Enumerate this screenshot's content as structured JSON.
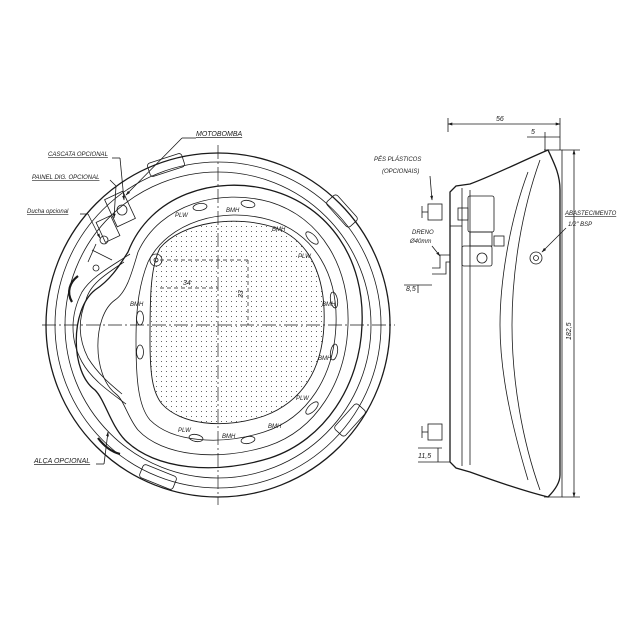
{
  "top_view": {
    "callouts": {
      "motobomba": "MOTOBOMBA",
      "cascata": "CASCATA OPCIONAL",
      "painel": "PAINEL DIG. OPCIONAL",
      "ducha": "Ducha opcional",
      "alca": "ALÇA OPCIONAL"
    },
    "jets": {
      "plw": "PLW",
      "bmh": "BMH"
    },
    "dimensions": {
      "width": "34",
      "height": "33"
    }
  },
  "side_view": {
    "callouts": {
      "pes": "PÉS PLÁSTICOS",
      "pes_sub": "(OPCIONAIS)",
      "dreno": "DRENO",
      "dreno_sub": "Ø40mm",
      "abastecimento": "ABASTECIMENTO",
      "abastecimento_sub": "1/2\" BSP"
    },
    "dimensions": {
      "depth": "56",
      "lip": "5",
      "height": "182,5",
      "drain_height": "8,5",
      "foot_height": "11,5"
    }
  }
}
